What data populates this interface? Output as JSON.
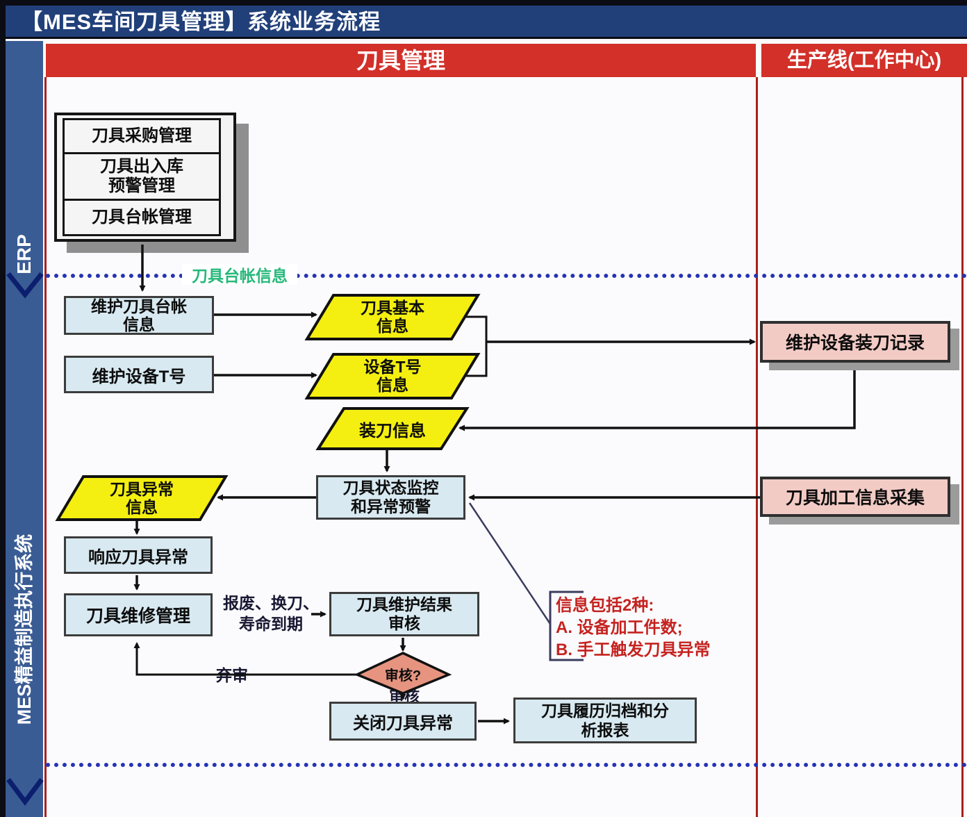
{
  "title": "【MES车间刀具管理】系统业务流程",
  "columns": {
    "tool_management": "刀具管理",
    "production_line": "生产线(工作中心)"
  },
  "sidebar": {
    "erp": "ERP",
    "mes": "MES精益制造执行系统"
  },
  "erp_stack": {
    "items": [
      "刀具采购管理",
      "刀具出入库\n预警管理",
      "刀具台帐管理"
    ]
  },
  "nodes": {
    "maintain_ledger": "维护刀具台帐\n信息",
    "maintain_device_t": "维护设备T号",
    "tool_basic_info": "刀具基本\n信息",
    "device_t_info": "设备T号\n信息",
    "tool_load_info": "装刀信息",
    "tool_abnormal_info": "刀具异常\n信息",
    "status_monitor": "刀具状态监控\n和异常预警",
    "respond_abnormal": "响应刀具异常",
    "tool_repair": "刀具维修管理",
    "maintain_result_audit": "刀具维护结果\n审核",
    "audit_decision": "审核?",
    "close_abnormal": "关闭刀具异常",
    "history_archive": "刀具履历归档和分\n析报表",
    "maintain_load_record": "维护设备装刀记录",
    "processing_collect": "刀具加工信息采集"
  },
  "labels": {
    "ledger_info": "刀具台帐信息",
    "scrap_change": "报废、换刀、\n寿命到期",
    "reject": "弃审",
    "approve": "审核",
    "note": "信息包括2种:\nA. 设备加工件数;\nB. 手工触发刀具异常"
  },
  "colors": {
    "title_blue": "#21407a",
    "sidebar_blue": "#3a5c94",
    "header_red": "#d23029",
    "divider_red": "#ab1f1c",
    "yellow_shape": "#f4ef10",
    "light_blue_box": "#d8e9f1",
    "pink_box": "#f3cbc5",
    "diamond_salmon": "#e69480",
    "note_red": "#c52320",
    "green_label": "#25b87a",
    "dotted_blue": "#2633b4",
    "connector_black": "#111111"
  }
}
